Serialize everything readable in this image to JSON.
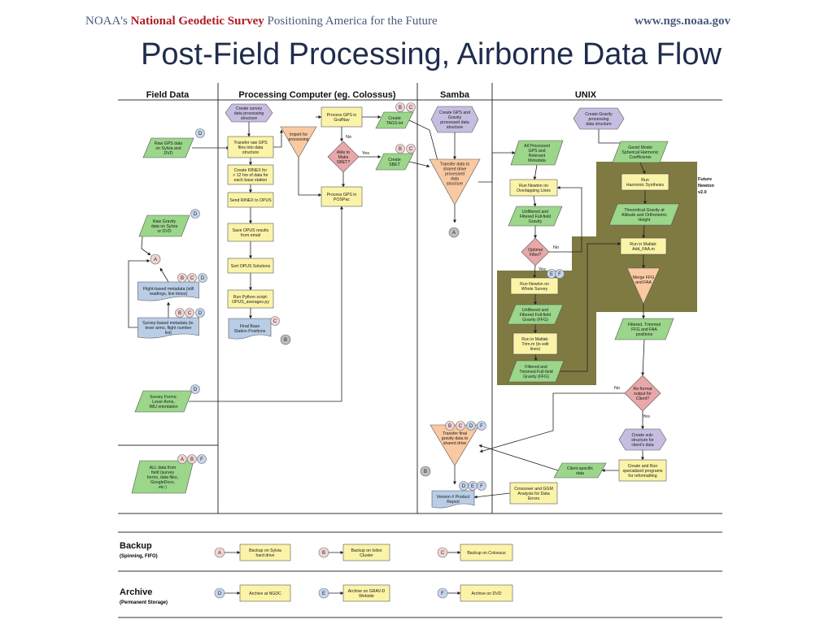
{
  "header": {
    "org_prefix": "NOAA's ",
    "org_name": "National Geodetic Survey",
    "tagline": " Positioning America for the Future",
    "url": "www.ngs.noaa.gov"
  },
  "title": "Post-Field Processing, Airborne Data Flow",
  "lanes": {
    "field": "Field Data",
    "processing": "Processing Computer (eg. Colossus)",
    "samba": "Samba",
    "unix": "UNIX"
  },
  "future_label": [
    "Future",
    "Newton",
    "v2.0"
  ],
  "edge_labels": {
    "yes": "Yes",
    "no": "No"
  },
  "backup": {
    "title": "Backup",
    "subtitle": "(Spinning, FIFO)",
    "items": [
      {
        "badge": "A",
        "label": [
          "Backup on Sylvia",
          "hard drive"
        ]
      },
      {
        "badge": "B",
        "label": [
          "Backup on Isilon",
          "Cluster"
        ]
      },
      {
        "badge": "C",
        "label": [
          "Backup on Colossus"
        ]
      }
    ]
  },
  "archive": {
    "title": "Archive",
    "subtitle": "(Permanent Storage)",
    "items": [
      {
        "badge": "D",
        "label": [
          "Archive at NGDC"
        ]
      },
      {
        "badge": "E",
        "label": [
          "Archive on GRAV-D",
          "Website"
        ]
      },
      {
        "badge": "F",
        "label": [
          "Archive on DVD"
        ]
      }
    ]
  },
  "field": {
    "raw_gps": [
      "Raw GPS data",
      "on Sylvia and",
      "DVD"
    ],
    "raw_gravity": [
      "Raw Gravity",
      "data on Sylvia",
      "or DVD"
    ],
    "flight_meta": [
      "Flight-based metadata (still",
      "readings, line times)"
    ],
    "survey_meta": [
      "Survey-based metadata (ie.",
      "lever arms, flight number",
      "list)"
    ],
    "survey_forms": [
      "Survey Forms:",
      "Lever Arms,",
      "IMU orientation"
    ],
    "all_data": [
      "ALL data from",
      "field (survey",
      "forms, data files,",
      "GoogleDocs,",
      "etc.)"
    ]
  },
  "processing": {
    "create_struct": [
      "Create survey",
      "data processing",
      "structure"
    ],
    "transfer_gps": [
      "Transfer raw GPS",
      "files into data",
      "structure"
    ],
    "rinex": [
      "Create RINEX for",
      "> 12 hrs of data for",
      "each base station"
    ],
    "send_opus": [
      "Send RINEX to OPUS"
    ],
    "save_opus": [
      "Save OPUS results",
      "from email"
    ],
    "sort_opus": [
      "Sort OPUS Solutions"
    ],
    "python": [
      "Run Python script:",
      "OPUS_averages.py"
    ],
    "final_base": [
      "Final Base",
      "Station Positions"
    ],
    "import": [
      "Import for",
      "processing"
    ],
    "grafnav": [
      "Process GPS in",
      "GrafNav"
    ],
    "tags": [
      "Create",
      "TAGS.txt"
    ],
    "sbet_q": [
      "Able to",
      "Make",
      "SBET?"
    ],
    "sbet": [
      "Create",
      "SBET"
    ],
    "pospac": [
      "Process GPS in",
      "POSPac"
    ]
  },
  "samba": {
    "gps_grav_struct": [
      "Create GPS and",
      "Gravity",
      "processed data",
      "structure"
    ],
    "transfer_shared": [
      "Transfer data to",
      "shared drive",
      "processed",
      "data",
      "structure"
    ],
    "transfer_final": [
      "Transfer final",
      "gravity data to",
      "shared drive"
    ],
    "version": [
      "Version # Product",
      "Report"
    ]
  },
  "unix": {
    "grav_struct": [
      "Create Gravity",
      "processing",
      "data structure"
    ],
    "all_gps": [
      "All Processed",
      "GPS and",
      "Relevant",
      "Metadata"
    ],
    "geoid": [
      "Geoid Model",
      "Spherical Harmonic",
      "Coefficients"
    ],
    "newton_overlap": [
      "Run Newton on",
      "Overlapping Lines"
    ],
    "harmonic": [
      "Run",
      "Harmonic Synthesis"
    ],
    "unfiltered1": [
      "Unfiltered and",
      "Filtered Full-field",
      "Gravity"
    ],
    "theoretical": [
      "Theoretical Gravity at",
      "Altitude and Orthometric",
      "Height"
    ],
    "optimal": [
      "Optimal",
      "Filter?"
    ],
    "matlab_faa": [
      "Run in Matlab:",
      "Add_FAA.m"
    ],
    "newton_whole": [
      "Run Newton on",
      "Whole Survey"
    ],
    "merge": [
      "Merge FFG",
      "and FAA"
    ],
    "unfiltered2": [
      "Unfiltered and",
      "Filtered Full-field",
      "Gravity (FFG)"
    ],
    "trim": [
      "Run in Matlab:",
      "Trim.m (to edit",
      "lines)"
    ],
    "filtered_trimmed": [
      "Filtered, Trimmed",
      "FFG and FAA",
      "positions"
    ],
    "final_ffg": [
      "Filtered and",
      "Trimmed Full-field",
      "Gravity (FFG)"
    ],
    "reformat": [
      "Re-format",
      "output for",
      "Client?"
    ],
    "substructure": [
      "Create sub-",
      "structure for",
      "client's data"
    ],
    "client_data": [
      "Client-specific",
      "data"
    ],
    "client_programs": [
      "Create and Run",
      "specialized programs",
      "for reformatting"
    ],
    "crossover": [
      "Crossover and GGM",
      "Analysis for Data",
      "Errors"
    ]
  },
  "colors": {
    "process": "#fbf3a8",
    "data": "#9bd68b",
    "structure": "#c7bde0",
    "decision": "#e8a7a8",
    "merge": "#f9c9a2",
    "document": "#b9cde6",
    "future_bg": "#7f7a42",
    "badge_abc": "#f2d4d4",
    "badge_def": "#c5d6ec"
  }
}
